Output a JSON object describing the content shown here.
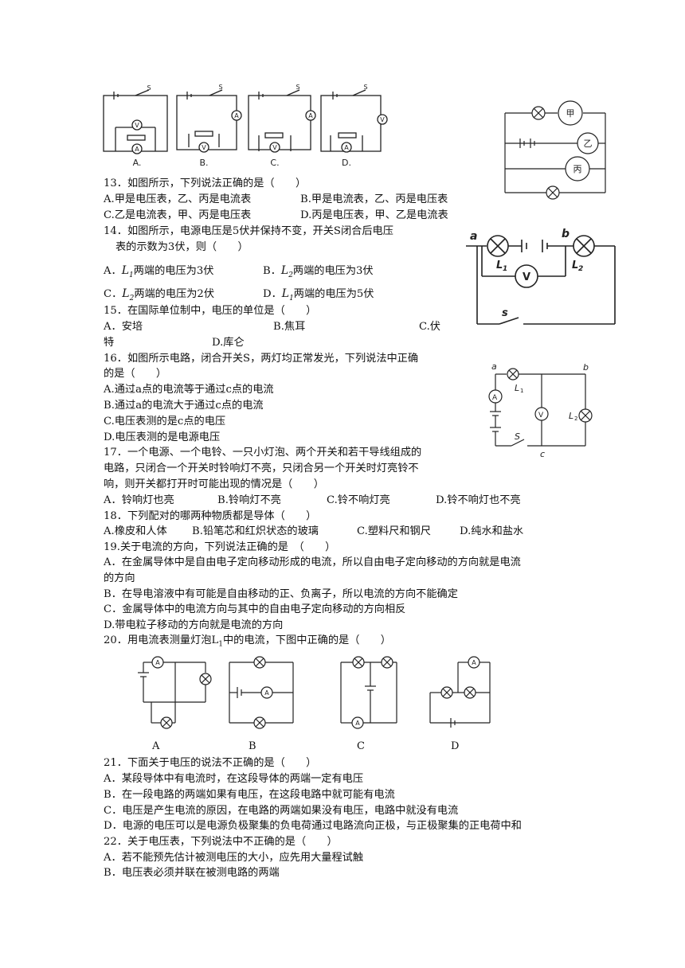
{
  "figures": {
    "top_labels": [
      "A.",
      "B.",
      "C.",
      "D."
    ],
    "q13_labels": [
      "甲",
      "乙",
      "丙"
    ],
    "q14_labels": {
      "a": "a",
      "b": "b",
      "L1": "L",
      "L1_sub": "1",
      "L2": "L",
      "L2_sub": "2",
      "V": "V",
      "S": "s"
    },
    "q16_labels": {
      "a": "a",
      "b": "b",
      "c": "c",
      "L1": "L",
      "L1_sub": "1",
      "L2": "L",
      "L2_sub": "2",
      "A": "A",
      "V": "V",
      "S": "S"
    },
    "q20_labels": [
      "A",
      "B",
      "C",
      "D"
    ],
    "meter_A": "A",
    "meter_V": "V",
    "switch_S": "S"
  },
  "questions": [
    {
      "id": "13",
      "stem": "13．如图所示，下列说法正确的是（　　）",
      "opt_a": "A.甲是电压表，乙、丙是电流表",
      "opt_b": "B.甲是电流表，乙、丙是电压表",
      "opt_c": "C.乙是电流表，甲、丙是电压表",
      "opt_d": "D.丙是电压表，甲、乙是电流表"
    },
    {
      "id": "14",
      "stem1": "14．如图所示，电源电压是5伏并保持不变，开关S闭合后电压",
      "stem2": "表的示数为3伏，则（　　）",
      "opt_a_pre": "A．",
      "opt_a": "两端的电压为3伏",
      "opt_b_pre": "B．",
      "opt_b": "两端的电压为3伏",
      "opt_c_pre": "C．",
      "opt_c": "两端的电压为2伏",
      "opt_d_pre": "D．",
      "opt_d": "两端的电压为5伏",
      "sym_L": "L",
      "sym_1": "1",
      "sym_2": "2"
    },
    {
      "id": "15",
      "stem": "15．在国际单位制中，电压的单位是（　　）",
      "opt_a": "A．安培",
      "opt_b": "B.焦耳",
      "opt_c": "C.伏",
      "opt_c2": "特",
      "opt_d": "D.库仑"
    },
    {
      "id": "16",
      "stem1": "16．如图所示电路，闭合开关S，两灯均正常发光，下列说法中正确",
      "stem2": "的是（　　）",
      "opt_a": "A.通过a点的电流等于通过c点的电流",
      "opt_b": "B.通过a的电流大于通过c点的电流",
      "opt_c": "C.电压表测的是c点的电压",
      "opt_d": "D.电压表测的是电源电压"
    },
    {
      "id": "17",
      "stem1": "17．一个电源、一个电铃、一只小灯泡、两个开关和若干导线组成的",
      "stem2": "电路，只闭合一个开关时铃响灯不亮，只闭合另一个开关时灯亮铃不",
      "stem3": "响，则开关都打开时可能出现的情况是（　　）",
      "opt_a": "A．铃响灯也亮",
      "opt_b": "B.铃响灯不亮",
      "opt_c": "C.铃不响灯亮",
      "opt_d": "D.铃不响灯也不亮"
    },
    {
      "id": "18",
      "stem": "18．下列配对的哪两种物质都是导体（　　）",
      "opt_a": "A.橡皮和人体",
      "opt_b": "B.铅笔芯和红炽状态的玻璃",
      "opt_c": "C.塑料尺和钢尺",
      "opt_d": "D.纯水和盐水"
    },
    {
      "id": "19",
      "stem": "19.关于电流的方向，下列说法正确的是　（　　）",
      "opt_a1": "A．在金属导体中是自由电子定向移动形成的电流，所以自由电子定向移动的方向就是电流",
      "opt_a2": "的方向",
      "opt_b": "B．在导电溶液中有可能是自由移动的正、负离子，所以电流的方向不能确定",
      "opt_c": "C．金属导体中的电流方向与其中的自由电子定向移动的方向相反",
      "opt_d": "D.带电粒子移动的方向就是电流的方向"
    },
    {
      "id": "20",
      "stem_pre": "20．用电流表测量灯泡L",
      "stem_sub": "1",
      "stem_post": "中的电流，下图中正确的是（　　）"
    },
    {
      "id": "21",
      "stem": "21．下面关于电压的说法不正确的是（　　）",
      "opt_a": "A．某段导体中有电流时，在这段导体的两端一定有电压",
      "opt_b": "B．在一段电路的两端如果有电压，在这段电路中就可能有电流",
      "opt_c": "C．电压是产生电流的原因，在电路的两端如果没有电压，电路中就没有电流",
      "opt_d": "D．电源的电压可以是电源负极聚集的负电荷通过电路流向正极，与正极聚集的正电荷中和"
    },
    {
      "id": "22",
      "stem": "22．关于电压表，下列说法中不正确的是（　　）",
      "opt_a": "A．若不能预先估计被测电压的大小，应先用大量程试触",
      "opt_b": "B．电压表必须并联在被测电路的两端"
    }
  ]
}
